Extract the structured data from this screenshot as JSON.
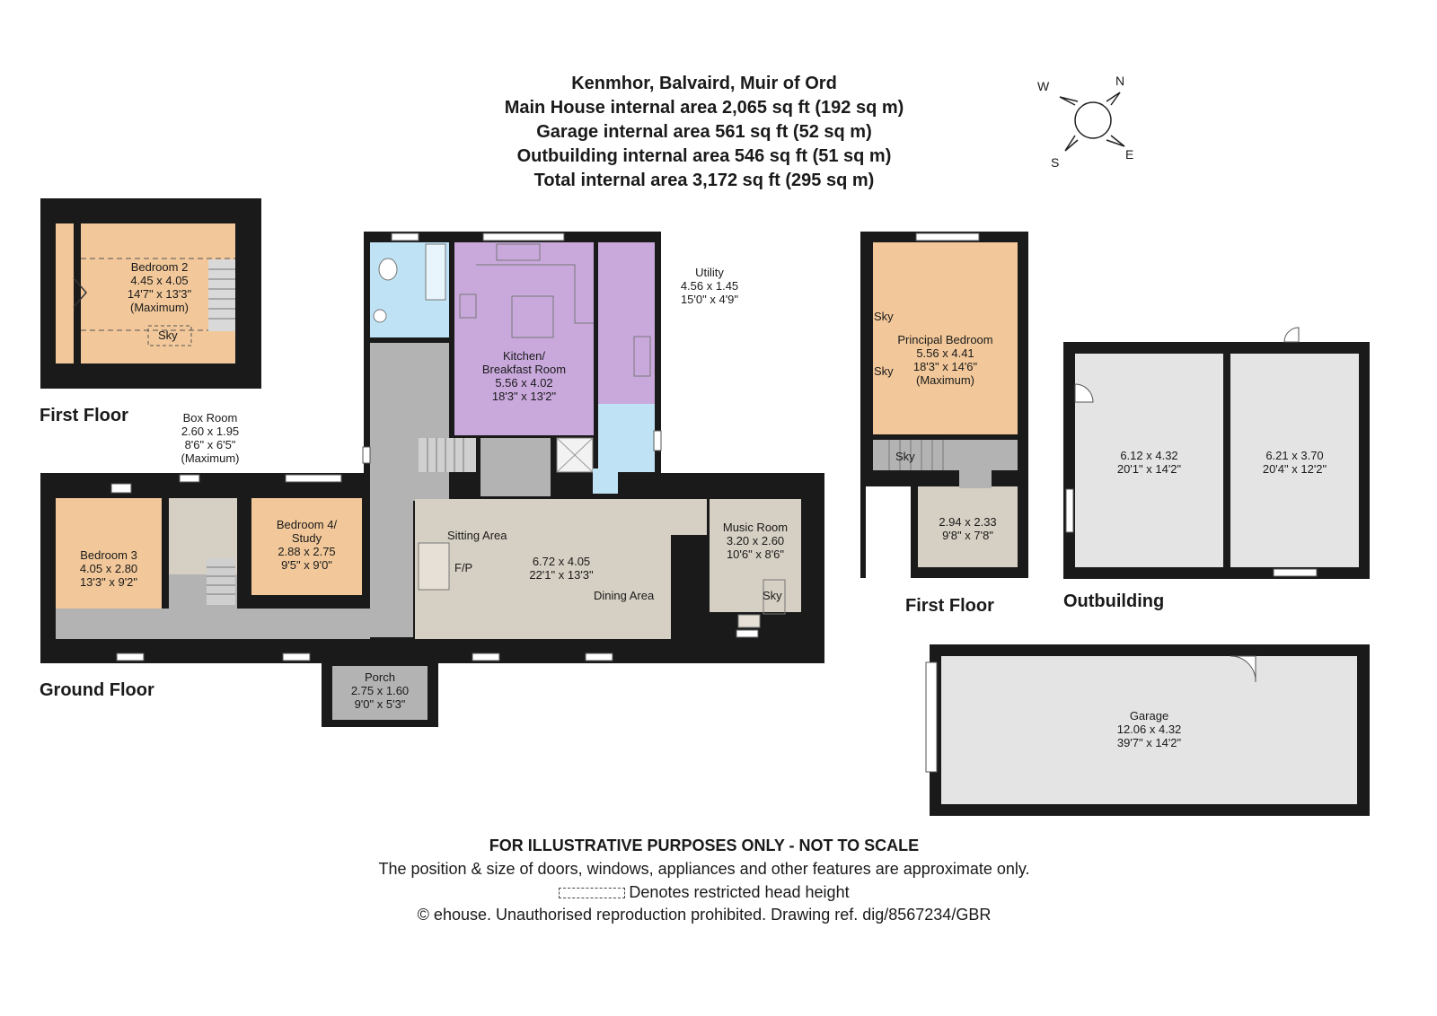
{
  "header": {
    "title": "Kenmhor, Balvaird, Muir of Ord",
    "areas": [
      "Main House internal area 2,065 sq ft (192 sq m)",
      "Garage internal area 561 sq ft (52 sq m)",
      "Outbuilding internal area 546 sq ft (51 sq m)",
      "Total internal area 3,172 sq ft (295 sq m)"
    ]
  },
  "compass": {
    "w": "W",
    "n": "N",
    "s": "S",
    "e": "E"
  },
  "floors": {
    "first_left": "First Floor",
    "ground": "Ground Floor",
    "first_right": "First Floor",
    "outbuilding": "Outbuilding"
  },
  "rooms": {
    "bedroom2": [
      "Bedroom 2",
      "4.45 x 4.05",
      "14'7\" x 13'3\"",
      "(Maximum)"
    ],
    "box_room": [
      "Box Room",
      "2.60 x 1.95",
      "8'6\" x 6'5\"",
      "(Maximum)"
    ],
    "bedroom3": [
      "Bedroom 3",
      "4.05 x 2.80",
      "13'3\" x 9'2\""
    ],
    "bedroom4": [
      "Bedroom 4/",
      "Study",
      "2.88 x 2.75",
      "9'5\" x 9'0\""
    ],
    "kitchen": [
      "Kitchen/",
      "Breakfast Room",
      "5.56 x 4.02",
      "18'3\" x 13'2\""
    ],
    "utility": [
      "Utility",
      "4.56 x 1.45",
      "15'0\" x 4'9\""
    ],
    "sitting_area": "Sitting Area",
    "fireplace": "F/P",
    "dining_dims": [
      "6.72 x 4.05",
      "22'1\" x 13'3\""
    ],
    "dining_area": "Dining Area",
    "music_room": [
      "Music Room",
      "3.20 x 2.60",
      "10'6\" x 8'6\""
    ],
    "porch": [
      "Porch",
      "2.75 x 1.60",
      "9'0\" x 5'3\""
    ],
    "principal_bedroom": [
      "Principal Bedroom",
      "5.56 x 4.41",
      "18'3\" x 14'6\"",
      "(Maximum)"
    ],
    "landing_room": [
      "2.94 x 2.33",
      "9'8\" x 7'8\""
    ],
    "outbuilding_a": [
      "6.12 x 4.32",
      "20'1\" x 14'2\""
    ],
    "outbuilding_b": [
      "6.21 x 3.70",
      "20'4\" x 12'2\""
    ],
    "garage": [
      "Garage",
      "12.06 x 4.32",
      "39'7\" x 14'2\""
    ],
    "sky": "Sky"
  },
  "footer": {
    "disclaimer": "FOR ILLUSTRATIVE PURPOSES ONLY - NOT TO SCALE",
    "note": "The position & size of doors, windows, appliances and other features are approximate only.",
    "restricted": "Denotes restricted head height",
    "copyright": "© ehouse. Unauthorised reproduction prohibited. Drawing ref. dig/8567234/GBR"
  },
  "colors": {
    "wall": "#1a1a1a",
    "bedroom": "#f2c89a",
    "kitchen": "#c9a9dc",
    "bathroom": "#bfe3f5",
    "living": "#d6cfc3",
    "hallway": "#b3b3b3",
    "outbuilding": "#e4e4e4"
  }
}
